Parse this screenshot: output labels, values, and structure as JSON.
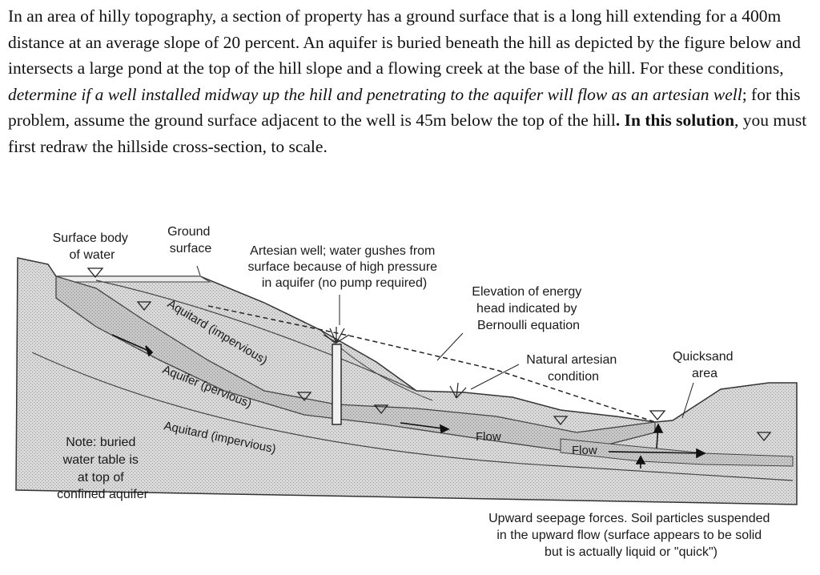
{
  "problem": {
    "p1": "In an area of hilly topography, a section of property has a ground surface that is a long hill extending for a 400m distance at an average slope of 20 percent. An aquifer is buried beneath the hill as depicted by the figure below and intersects a large pond at the top of the hill slope and a flowing creek at the base of the hill. For these conditions, ",
    "italic": "determine if a well installed midway up the hill and penetrating to the aquifer will flow as an artesian well",
    "p2": "; for this problem, assume the ground surface adjacent to the well is 45m below the top of the hill",
    "bold": ". In this solution",
    "p3": ", you must first redraw the hillside cross-section, to scale."
  },
  "figure": {
    "surface_body": [
      "Surface body",
      "of water"
    ],
    "ground_surface": [
      "Ground",
      "surface"
    ],
    "artesian_well": [
      "Artesian well; water gushes from",
      "surface because of high pressure",
      "in aquifer (no pump required)"
    ],
    "energy_head": [
      "Elevation of energy",
      "head indicated by",
      "Bernoulli equation"
    ],
    "natural_artesian": [
      "Natural artesian",
      "condition"
    ],
    "quicksand": [
      "Quicksand",
      "area"
    ],
    "aquitard_top": "Aquitard (impervious)",
    "aquifer": "Aquifer (pervious)",
    "aquitard_bottom": "Aquitard (impervious)",
    "flow": "Flow",
    "note": [
      "Note: buried",
      "water table is",
      "at top of",
      "confined aquifer"
    ],
    "seepage": [
      "Upward seepage forces. Soil particles suspended",
      "in the upward flow (surface appears to be solid",
      "but is actually liquid or \"quick\")"
    ],
    "colors": {
      "soil": "#d6d6d6",
      "aquifer": "#c4c4c4",
      "outline": "#333333"
    }
  }
}
